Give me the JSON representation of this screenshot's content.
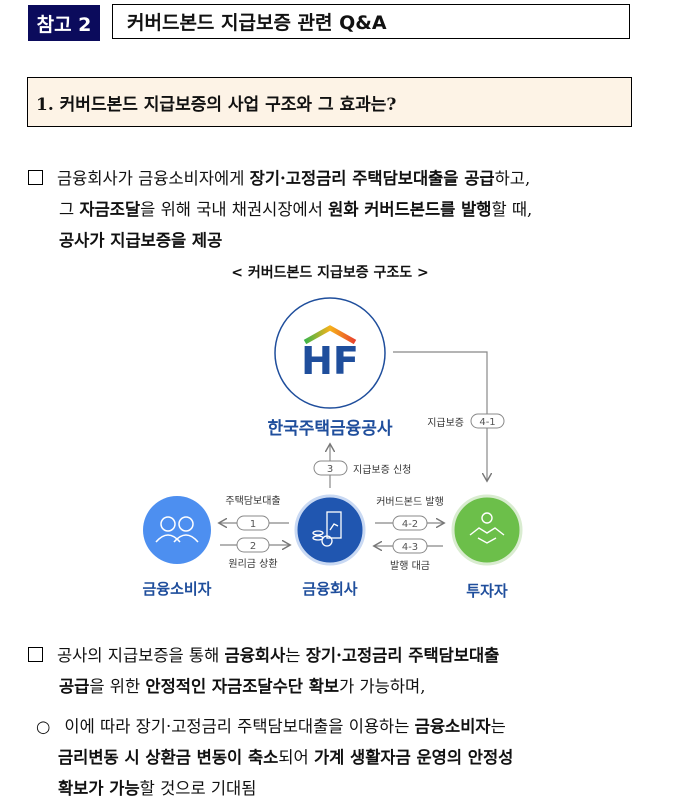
{
  "header": {
    "tag": "참고 2",
    "title": "커버드본드 지급보증 관련 Q&A"
  },
  "question": "1. 커버드본드 지급보증의 사업 구조와 그 효과는?",
  "para1": {
    "lines": [
      [
        {
          "t": "금융회사가 금융소비자에게 ",
          "b": false
        },
        {
          "t": "장기·고정금리 주택담보대출을 공급",
          "b": true
        },
        {
          "t": "하고,",
          "b": false
        }
      ],
      [
        {
          "t": "그 ",
          "b": false
        },
        {
          "t": "자금조달",
          "b": true
        },
        {
          "t": "을 위해 국내 채권시장에서 ",
          "b": false
        },
        {
          "t": "원화 커버드본드를 발행",
          "b": true
        },
        {
          "t": "할 때,",
          "b": false
        }
      ],
      [
        {
          "t": "공사가 지급보증을 제공",
          "b": true
        }
      ]
    ]
  },
  "caption": "< 커버드본드 지급보증 구조도 >",
  "diagram": {
    "hf_logo": "HF",
    "hf_name": "한국주택금융공사",
    "consumer": "금융소비자",
    "finance": "금융회사",
    "investor": "투자자",
    "step1_num": "1",
    "step1_label": "주택담보대출",
    "step2_num": "2",
    "step2_label": "원리금 상환",
    "step3_num": "3",
    "step3_label": "지급보증 신청",
    "step41_num": "4-1",
    "step41_label": "지급보증",
    "step42_num": "4-2",
    "step42_label": "커버드본드 발행",
    "step43_num": "4-3",
    "step43_label": "발행 대금",
    "colors": {
      "navy": "#1f4e9c",
      "consumer": "#4d8ff0",
      "finance": "#2056b0",
      "investor": "#6cbf4a"
    }
  },
  "para2": {
    "lines": [
      [
        {
          "t": "공사의 지급보증을 통해 ",
          "b": false
        },
        {
          "t": "금융회사",
          "b": true
        },
        {
          "t": "는 ",
          "b": false
        },
        {
          "t": "장기·고정금리 주택담보대출",
          "b": true
        }
      ],
      [
        {
          "t": "공급",
          "b": true
        },
        {
          "t": "을 위한 ",
          "b": false
        },
        {
          "t": "안정적인 자금조달수단 확보",
          "b": true
        },
        {
          "t": "가 가능하며,",
          "b": false
        }
      ]
    ]
  },
  "para3": {
    "bullet": "○",
    "lines": [
      [
        {
          "t": "이에 따라 장기·고정금리 주택담보대출을 이용하는 ",
          "b": false
        },
        {
          "t": "금융소비자",
          "b": true
        },
        {
          "t": "는",
          "b": false
        }
      ],
      [
        {
          "t": "금리변동 시 상환금 변동이 축소",
          "b": true
        },
        {
          "t": "되어 ",
          "b": false
        },
        {
          "t": "가계 생활자금 운영의 안정성",
          "b": true
        }
      ],
      [
        {
          "t": "확보가 가능",
          "b": true
        },
        {
          "t": "할 것으로 기대됨",
          "b": false
        }
      ]
    ]
  }
}
